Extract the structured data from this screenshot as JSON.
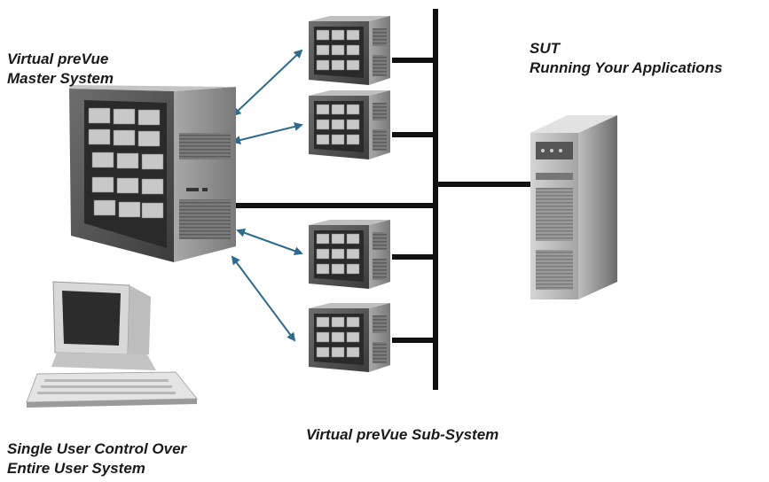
{
  "labels": {
    "master": [
      "Virtual preVue",
      "Master System"
    ],
    "sut": [
      "SUT",
      "Running Your Applications"
    ],
    "subsystem": "Virtual preVue Sub-System",
    "control": [
      "Single User Control Over",
      "Entire User System"
    ]
  },
  "colors": {
    "arrow": "#2f6b8a",
    "bus": "#111111",
    "cabinet_face": "#5a5a5a",
    "cabinet_side": "#8a8a8a",
    "monitor": "#c9c9c9"
  }
}
